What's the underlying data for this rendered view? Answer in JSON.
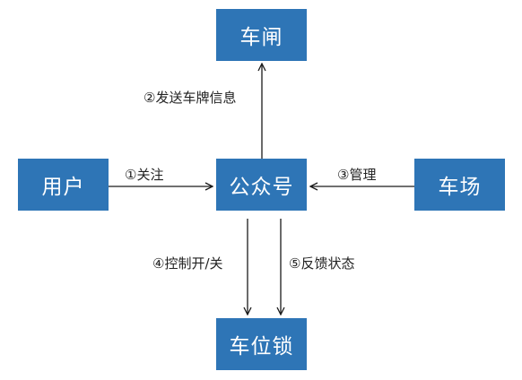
{
  "colors": {
    "node_fill": "#2E75B6",
    "node_text": "#FFFFFF",
    "arrow": "#1A1A1A",
    "label_text": "#222222"
  },
  "nodes": {
    "gate": {
      "label": "车闸"
    },
    "official_account": {
      "label": "公众号"
    },
    "user": {
      "label": "用户"
    },
    "parking_lot": {
      "label": "车场"
    },
    "parking_lock": {
      "label": "车位锁"
    }
  },
  "edges": {
    "follow": {
      "label": "①关注"
    },
    "send_plate": {
      "label": "②发送车牌信息"
    },
    "manage": {
      "label": "③管理"
    },
    "control": {
      "label": "④控制开/关"
    },
    "feedback": {
      "label": "⑤反馈状态"
    }
  }
}
